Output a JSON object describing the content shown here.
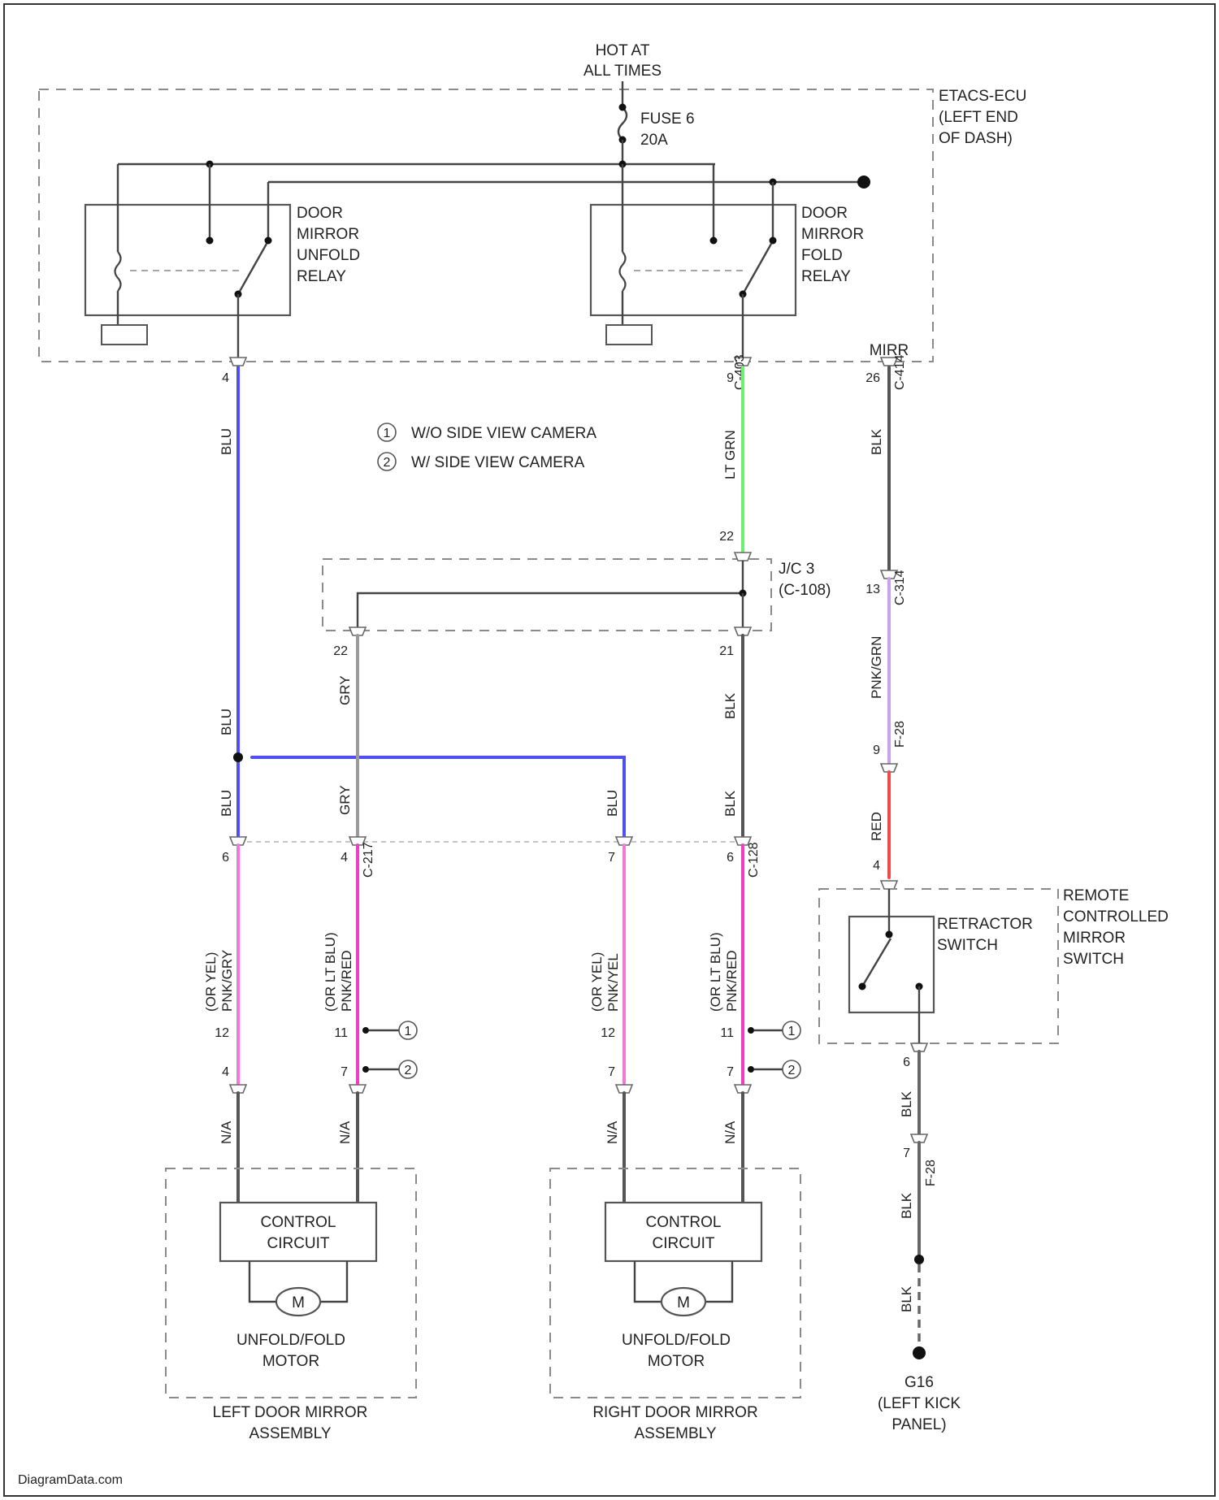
{
  "title": {
    "line1": "HOT AT",
    "line2": "ALL TIMES"
  },
  "fuse": {
    "line1": "FUSE 6",
    "line2": "20A"
  },
  "ecu": {
    "line1": "ETACS-ECU",
    "line2": "(LEFT END",
    "line3": "OF DASH)"
  },
  "relays": {
    "unfold": [
      "DOOR",
      "MIRROR",
      "UNFOLD",
      "RELAY"
    ],
    "fold": [
      "DOOR",
      "MIRROR",
      "FOLD",
      "RELAY"
    ]
  },
  "mirr": "MIRR",
  "legend": {
    "num1": "1",
    "num2": "2",
    "item1": "W/O SIDE VIEW CAMERA",
    "item2": "W/ SIDE VIEW CAMERA"
  },
  "jc": {
    "line1": "J/C 3",
    "line2": "(C-108)"
  },
  "switch": {
    "block": [
      "REMOTE",
      "CONTROLLED",
      "MIRROR",
      "SWITCH"
    ],
    "retractor": [
      "RETRACTOR",
      "SWITCH"
    ]
  },
  "mirror_assemblies": {
    "control": [
      "CONTROL",
      "CIRCUIT"
    ],
    "motor": [
      "UNFOLD/FOLD",
      "MOTOR"
    ],
    "motor_symbol": "M",
    "left": [
      "LEFT DOOR MIRROR",
      "ASSEMBLY"
    ],
    "right": [
      "RIGHT DOOR MIRROR",
      "ASSEMBLY"
    ]
  },
  "ground": {
    "line1": "G16",
    "line2": "(LEFT KICK",
    "line3": "PANEL)"
  },
  "wire_colors": {
    "blu_a": "BLU",
    "blu_b": "BLU",
    "blu_c": "BLU",
    "blu_d": "BLU",
    "lt_grn": "LT GRN",
    "blk_ecu": "BLK",
    "gry_a": "GRY",
    "gry_b": "GRY",
    "blk_jc": "BLK",
    "blk_c": "BLK",
    "pnk_grn": "PNK/GRN",
    "red": "RED",
    "ll_a": "(OR YEL)",
    "ll_b": "PNK/GRY",
    "lr_a": "(OR LT BLU)",
    "lr_b": "PNK/RED",
    "rl_a": "(OR YEL)",
    "rl_b": "PNK/YEL",
    "rr_a": "(OR LT BLU)",
    "rr_b": "PNK/RED",
    "na1": "N/A",
    "na2": "N/A",
    "na3": "N/A",
    "na4": "N/A",
    "blk_g1": "BLK",
    "blk_g2": "BLK",
    "blk_g3": "BLK"
  },
  "connectors": {
    "c403": "C-403",
    "c414": "C-414",
    "c314": "C-314",
    "f28a": "F-28",
    "f28b": "F-28",
    "c217": "C-217",
    "c128": "C-128"
  },
  "pins": {
    "p4a": "4",
    "p9a": "9",
    "p26": "26",
    "p22a": "22",
    "p22b": "22",
    "p21": "21",
    "p13": "13",
    "p9b": "9",
    "p4b": "4",
    "p6a": "6",
    "p7a": "7",
    "p6b": "6",
    "p6c": "6",
    "p11a": "11",
    "p11b": "11",
    "p12a": "12",
    "p12b": "12",
    "p7b": "7",
    "p7c": "7",
    "p4c": "4",
    "p4d": "4",
    "p7d": "7",
    "p7e": "7"
  },
  "watermark": "DiagramData.com",
  "colors": {
    "blue": "#4f4ff2",
    "lt_green": "#70ee70",
    "gray_wire": "#9a9a9a",
    "black_wire": "#555555",
    "pink": "#f07ad7",
    "hot_pink": "#ee3fc0",
    "red": "#f24a4a",
    "lavender": "#c9a0ec"
  }
}
